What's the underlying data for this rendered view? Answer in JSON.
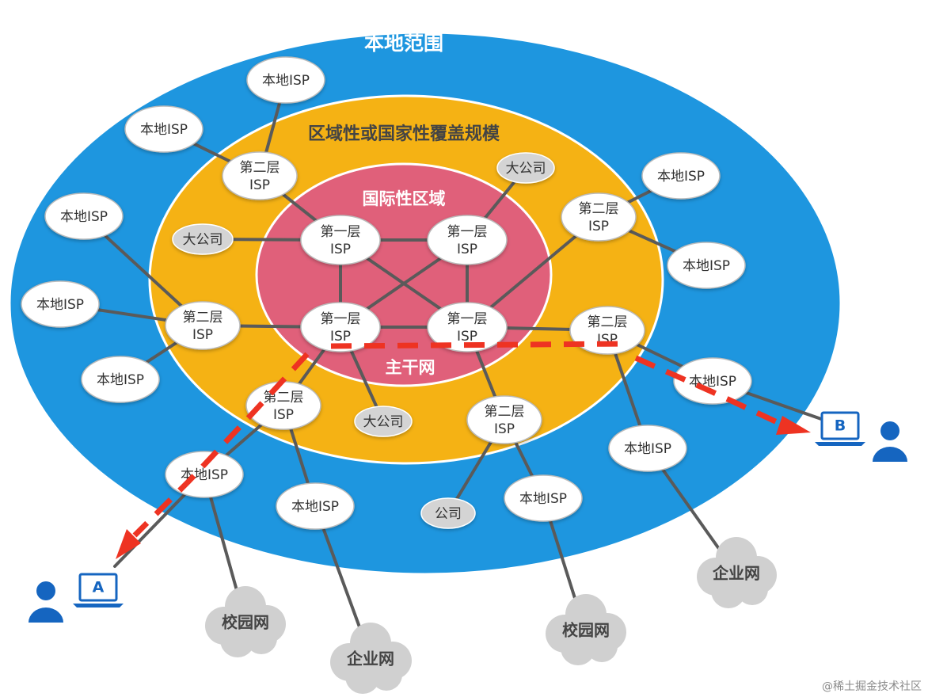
{
  "zones": {
    "local": "本地范围",
    "regional": "区域性或国家性覆盖规模",
    "international": "国际性区域",
    "backbone": "主干网"
  },
  "labels": {
    "local_isp": "本地ISP",
    "tier1_line1": "第一层",
    "tier2_line1": "第二层",
    "isp": "ISP",
    "big_company": "大公司",
    "company": "公司",
    "campus_net": "校园网",
    "enterprise_net": "企业网",
    "host_a": "A",
    "host_b": "B"
  },
  "colors": {
    "local_zone": "#1e96df",
    "regional_zone": "#f5b214",
    "international_zone": "#e0607a",
    "node_fill": "#ffffff",
    "company_fill": "#d4d4d4",
    "cloud_fill": "#d0d0d0",
    "link": "#5a5a5a",
    "path": "#ee3322",
    "user": "#1565c0"
  },
  "watermark": "@稀土掘金技术社区"
}
